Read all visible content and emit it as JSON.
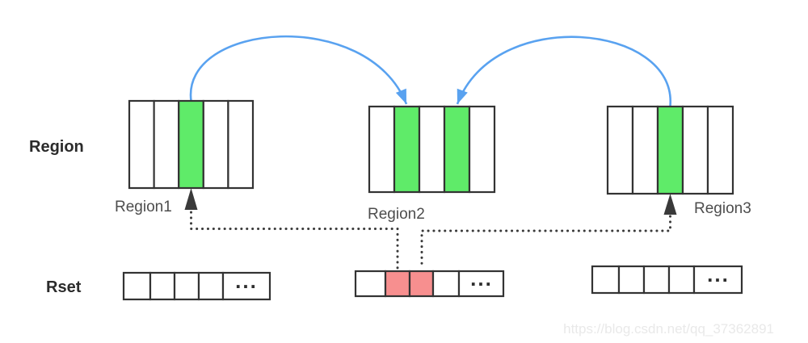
{
  "labels": {
    "region_axis": "Region",
    "rset_axis": "Rset"
  },
  "regions": [
    {
      "label": "Region1",
      "cells": [
        "white",
        "white",
        "green",
        "white",
        "white"
      ]
    },
    {
      "label": "Region2",
      "cells": [
        "white",
        "green",
        "white",
        "green",
        "white"
      ]
    },
    {
      "label": "Region3",
      "cells": [
        "white",
        "white",
        "green",
        "white",
        "white"
      ]
    }
  ],
  "rsets": [
    {
      "cells": [
        "white",
        "white",
        "white",
        "white"
      ],
      "ellipsis": "..."
    },
    {
      "cells": [
        "white",
        "red",
        "red",
        "white"
      ],
      "ellipsis": "..."
    },
    {
      "cells": [
        "white",
        "white",
        "white",
        "white"
      ],
      "ellipsis": "..."
    }
  ],
  "colors": {
    "white": "#ffffff",
    "green": "#5feb69",
    "red": "#f78f8f",
    "blue": "#59a2f0",
    "stroke": "#333333",
    "dotted": "#3a3a3a",
    "label_dark": "#2b2b2b",
    "label_gray": "#4d4d4d",
    "watermark": "#e9e9e9"
  },
  "watermark": "https://blog.csdn.net/qq_37362891"
}
